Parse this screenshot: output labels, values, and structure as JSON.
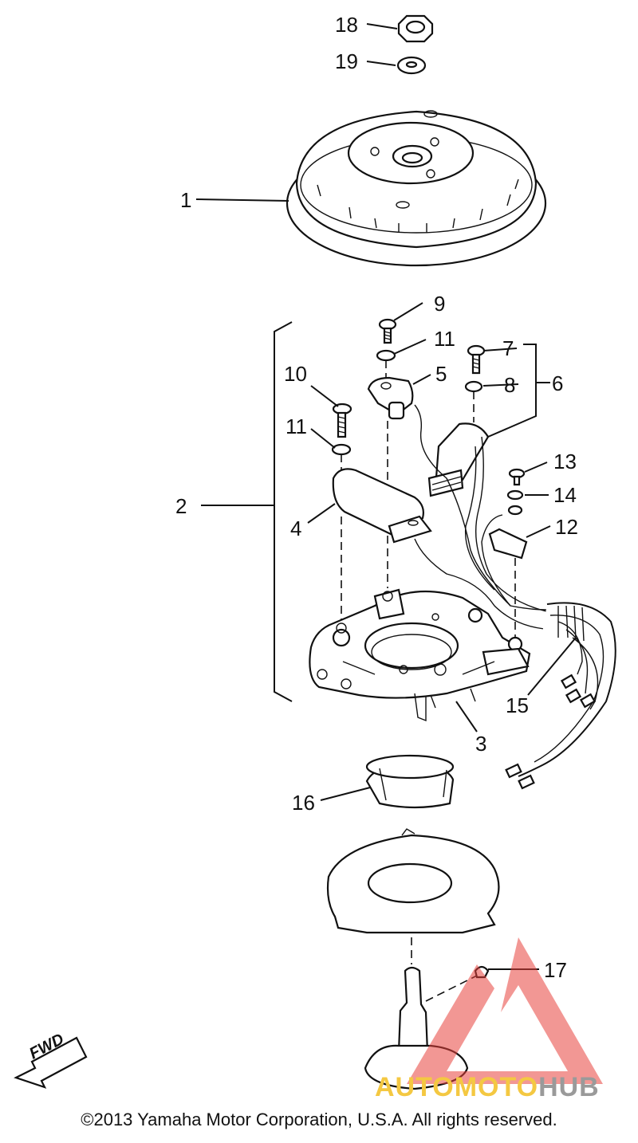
{
  "diagram": {
    "callouts": {
      "c1": "1",
      "c2": "2",
      "c3": "3",
      "c4": "4",
      "c5": "5",
      "c6": "6",
      "c7": "7",
      "c8": "8",
      "c9": "9",
      "c10": "10",
      "c11a": "11",
      "c11b": "11",
      "c12": "12",
      "c13": "13",
      "c14": "14",
      "c15": "15",
      "c16": "16",
      "c17": "17",
      "c18": "18",
      "c19": "19"
    },
    "fwd_label": "FWD"
  },
  "watermark": {
    "part1": "AUTOMOTO",
    "part2": "HUB",
    "color_red": "#e8413c",
    "color_yellow": "#f4c842",
    "color_gray": "#9a9a9a"
  },
  "footer": {
    "copyright": "©2013 Yamaha Motor Corporation, U.S.A. All rights reserved."
  }
}
